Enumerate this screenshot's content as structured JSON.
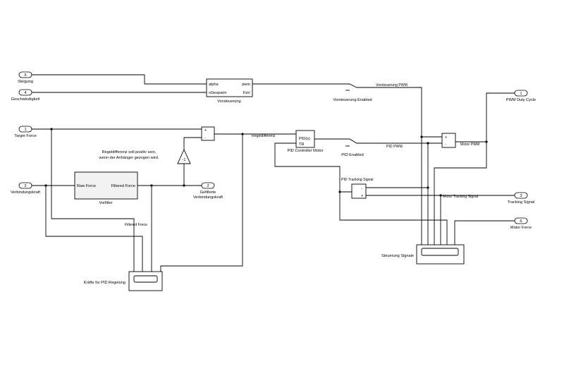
{
  "inports": {
    "steigung": {
      "num": "5",
      "label": "Steigung"
    },
    "geschwindigkeit": {
      "num": "4",
      "label": "Geschwindigkeit"
    },
    "target_force": {
      "num": "1",
      "label": "Target Force"
    },
    "verbindungskraft": {
      "num": "2",
      "label": "Verbindungskraft"
    },
    "tracking_signal": {
      "num": "3",
      "label": "Tracking Signal"
    },
    "motor_force": {
      "num": "6",
      "label": "Motor Force"
    }
  },
  "outports": {
    "pwm_duty_cycle": {
      "num": "1",
      "label": "PWM Duty Cycle"
    },
    "gefilterte": {
      "num": "2",
      "label_line1": "Gefilterte",
      "label_line2": "Verbindungskraft"
    }
  },
  "blocks": {
    "vorsteuerung": {
      "name": "Vorsteuerung",
      "in1": "alpha",
      "in2": "vGesparin",
      "out1": "pwm",
      "out2": "FaV"
    },
    "vorfilter": {
      "name": "Vorfilter",
      "in": "Raw Force",
      "out": "Filtered Force"
    },
    "pid": {
      "name": "PID Controller Motor",
      "line1": "PID(s)",
      "line2": "TR"
    },
    "krafte_scope": {
      "name": "Kräfte für PID Regelung"
    },
    "steuerung_scope": {
      "name": "Steuerung Signale"
    },
    "gain_symbol": "-1",
    "sum1_signs": {
      "plus": "+",
      "minus": "-"
    },
    "sum2_signs": {
      "plus": "+",
      "minus": "-"
    },
    "sum3_signs": {
      "plus": "+",
      "minus": "-"
    }
  },
  "switches": {
    "vorsteuerung_enabled": "Vorsteuerung Enabled",
    "pid_enabled": "PID Enabled"
  },
  "signals": {
    "vorsteuerung_pwm": "Vorsteuerung PWM",
    "regeldifferenz": "Regeldifferenz",
    "pid_pwm": "PID PWM",
    "motor_pwm": "Motor PWM",
    "pid_tracking_signal": "PID Tracking Signal",
    "motor_tracking_signal": "Motor Tracking Signal",
    "filtered_force": "Filtered Force"
  },
  "annotation": {
    "line1": "Regeldifferenz soll positiv sein,",
    "line2": "wenn der Anhänger gezogen wird."
  }
}
